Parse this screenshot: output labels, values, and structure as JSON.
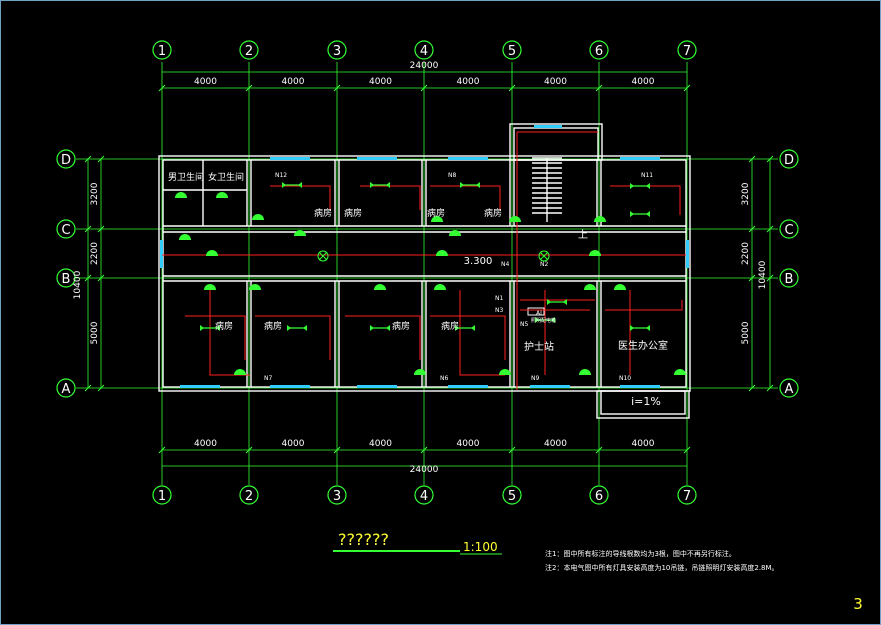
{
  "colors": {
    "background": "#000000",
    "axis": "#33ff33",
    "wall": "#ffffff",
    "circuit": "#ff2020",
    "window": "#33ccff",
    "title": "#ffff33"
  },
  "grid_columns": [
    "1",
    "2",
    "3",
    "4",
    "5",
    "6",
    "7"
  ],
  "grid_rows": [
    "D",
    "C",
    "B",
    "A"
  ],
  "dims_top": {
    "total": "24000",
    "spans": [
      "4000",
      "4000",
      "4000",
      "4000",
      "4000",
      "4000"
    ]
  },
  "dims_bottom": {
    "total": "24000",
    "spans": [
      "4000",
      "4000",
      "4000",
      "4000",
      "4000",
      "4000"
    ]
  },
  "dims_left": {
    "total": "10400",
    "spans": [
      "3200",
      "2200",
      "5000"
    ]
  },
  "dims_right": {
    "total": "10400",
    "spans": [
      "3200",
      "2200",
      "5000"
    ]
  },
  "rooms": {
    "male_wc": "男卫生间",
    "female_wc": "女卫生间",
    "ward": "病房",
    "nurse_station": "护士站",
    "doctor_office": "医生办公室"
  },
  "circuits": [
    "N1",
    "N2",
    "N3",
    "N4",
    "N5",
    "N6",
    "N7",
    "N8",
    "N9",
    "N10",
    "N11",
    "N12"
  ],
  "labels": {
    "elevation": "3.300",
    "stair_up": "上",
    "slope": "i=1%",
    "panel": "AL",
    "panel_sub": "照明配电箱"
  },
  "title_block": {
    "title": "??????",
    "scale": "1:100"
  },
  "notes": [
    "注1：图中所有标注的导线根数均为3根，图中不再另行标注。",
    "注2：本电气图中所有灯具安装高度为10吊链，吊链照明灯安装高度2.8M。"
  ],
  "page_number": "3"
}
